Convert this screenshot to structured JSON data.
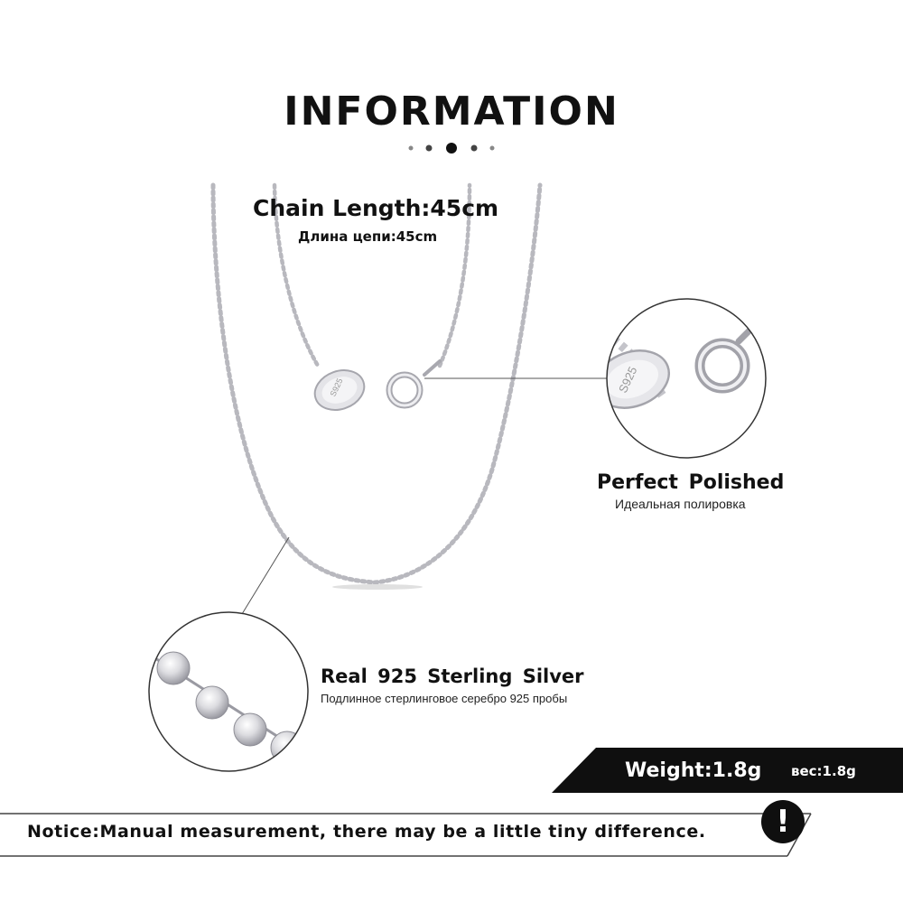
{
  "header": {
    "title": "INFORMATION"
  },
  "chain": {
    "length_label": "Chain Length:45cm",
    "length_label_ru": "Длина цепи:45cm"
  },
  "clasp": {
    "title": "Perfect  Polished",
    "subtitle_ru": "Идеальная полировка",
    "stamp": "S925"
  },
  "material": {
    "title": "Real 925  Sterling  Silver",
    "subtitle_ru": "Подлинное стерлинговое серебро 925 пробы"
  },
  "weight": {
    "label": "Weight:1.8g",
    "label_ru": "вес:1.8g"
  },
  "notice": {
    "text": "Notice:Manual measurement, there may be a little tiny difference.",
    "icon": "!"
  },
  "colors": {
    "black": "#111111",
    "silver": "#c8c8cc",
    "accent_white": "#ffffff"
  }
}
